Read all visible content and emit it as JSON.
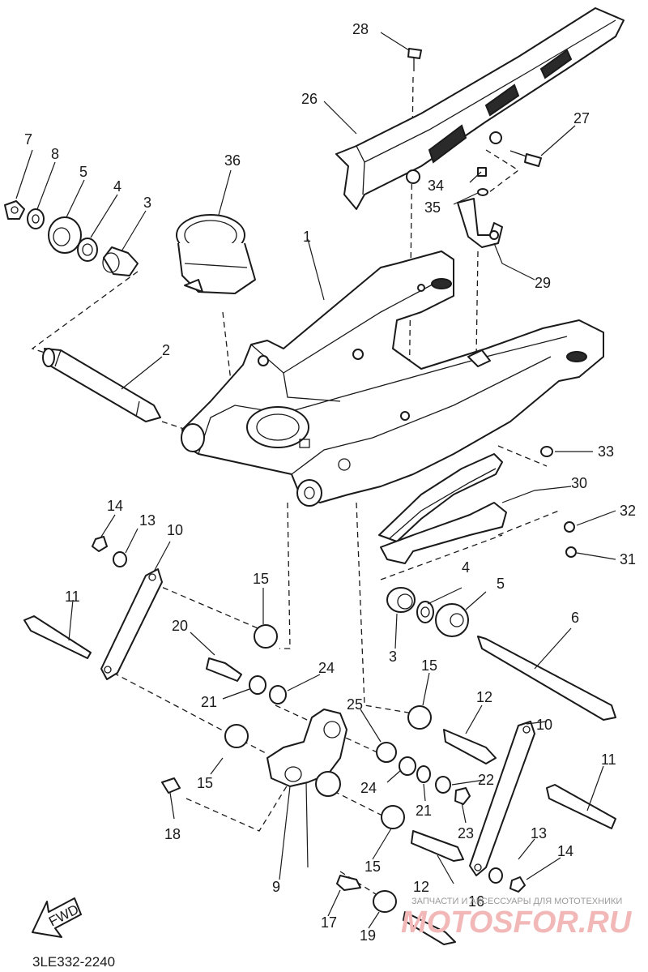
{
  "diagram": {
    "callouts": {
      "c1": "1",
      "c2": "2",
      "c3a": "3",
      "c3b": "3",
      "c4a": "4",
      "c4b": "4",
      "c5a": "5",
      "c5b": "5",
      "c6": "6",
      "c7": "7",
      "c8": "8",
      "c9": "9",
      "c10a": "10",
      "c10b": "10",
      "c11a": "11",
      "c11b": "11",
      "c12a": "12",
      "c12b": "12",
      "c13a": "13",
      "c13b": "13",
      "c14a": "14",
      "c14b": "14",
      "c15a": "15",
      "c15b": "15",
      "c15c": "15",
      "c15d": "15",
      "c16": "16",
      "c17": "17",
      "c18": "18",
      "c19": "19",
      "c20": "20",
      "c21a": "21",
      "c21b": "21",
      "c22": "22",
      "c23": "23",
      "c24a": "24",
      "c24b": "24",
      "c25": "25",
      "c26": "26",
      "c27": "27",
      "c28": "28",
      "c29": "29",
      "c30": "30",
      "c31": "31",
      "c32": "32",
      "c33": "33",
      "c34": "34",
      "c35": "35",
      "c36": "36"
    },
    "fwd_label": "FWD",
    "diagram_code": "3LE332-2240",
    "watermark_caption": "ЗАПЧАСТИ И АКСЕССУАРЫ ДЛЯ МОТОТЕХНИКИ",
    "watermark_brand": "MOTOSFOR.RU"
  }
}
